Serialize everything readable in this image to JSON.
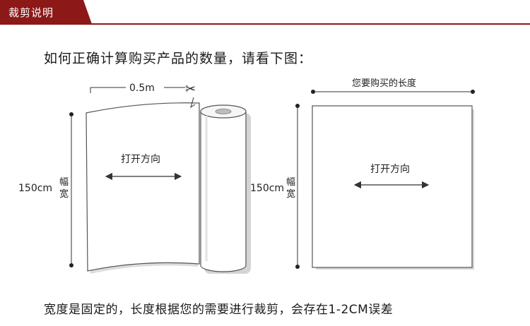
{
  "header": {
    "title": "裁剪说明"
  },
  "question": "如何正确计算购买产品的数量，请看下图：",
  "left_figure": {
    "top_dimension": "0.5m",
    "scissors_glyph": "✂",
    "open_direction": "打开方向",
    "width_value": "150cm",
    "width_label_line1": "幅",
    "width_label_line2": "宽"
  },
  "right_figure": {
    "top_dimension": "您要购买的长度",
    "open_direction": "打开方向",
    "width_value": "150cm",
    "width_label_line1": "幅",
    "width_label_line2": "宽"
  },
  "footer_note": "宽度是固定的，长度根据您的需要进行裁剪，会存在1-2CM误差",
  "colors": {
    "brand": "#8c1818",
    "line": "#444444",
    "shadow": "#cfcfcf"
  }
}
